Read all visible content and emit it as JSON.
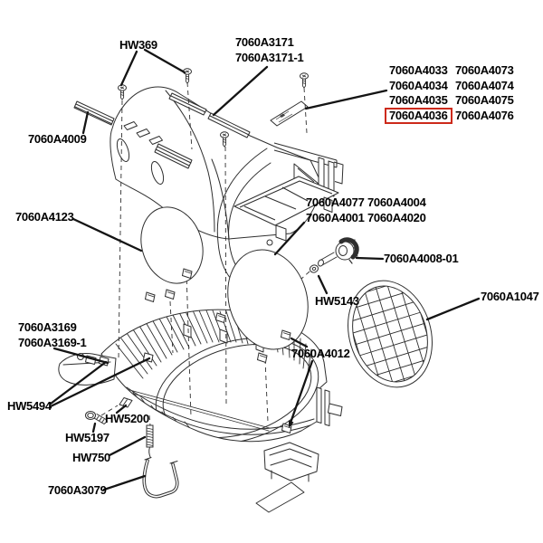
{
  "palette": {
    "background": "#ffffff",
    "line": "#2f2f2f",
    "leader": "#141414",
    "text": "#000000",
    "highlight_box": "#cd2a1a"
  },
  "highlighted_part": "7060A4036",
  "labels": {
    "hw369": "HW369",
    "a3171": "7060A3171",
    "a3171_1": "7060A3171-1",
    "a4033": "7060A4033",
    "a4073": "7060A4073",
    "a4034": "7060A4034",
    "a4074": "7060A4074",
    "a4035": "7060A4035",
    "a4075": "7060A4075",
    "a4036": "7060A4036",
    "a4076": "7060A4076",
    "a4009": "7060A4009",
    "a4123": "7060A4123",
    "a4077": "7060A4077",
    "a4004": "7060A4004",
    "a4001": "7060A4001",
    "a4020": "7060A4020",
    "a4008_01": "7060A4008-01",
    "hw5143": "HW5143",
    "a1047": "7060A1047",
    "a3169": "7060A3169",
    "a3169_1": "7060A3169-1",
    "a4012": "7060A4012",
    "hw5494": "HW5494",
    "hw5200": "HW5200",
    "hw5197": "HW5197",
    "hw750": "HW750",
    "a3079": "7060A3079"
  }
}
